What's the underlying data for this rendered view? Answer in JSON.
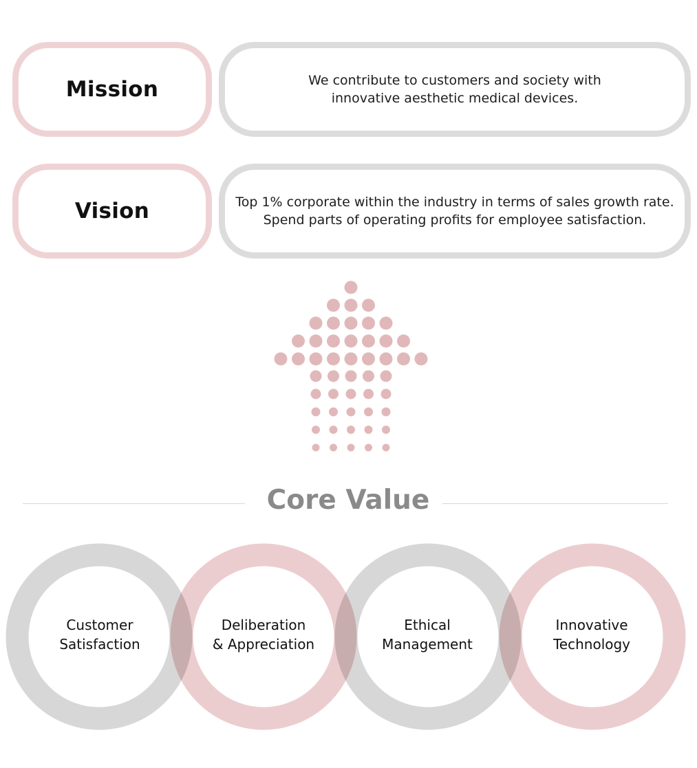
{
  "mission": {
    "title": "Mission",
    "lines": [
      "We contribute to customers and society with",
      "innovative aesthetic medical devices."
    ]
  },
  "vision": {
    "title": "Vision",
    "lines": [
      "Top 1% corporate within the industry in terms of sales growth rate.",
      "Spend parts of operating profits for employee satisfaction."
    ]
  },
  "core_value": {
    "title": "Core Value",
    "values": [
      {
        "lines": [
          "Customer",
          "Satisfaction"
        ],
        "color": "gray"
      },
      {
        "lines": [
          "Deliberation",
          "& Appreciation"
        ],
        "color": "pink"
      },
      {
        "lines": [
          "Ethical",
          "Management"
        ],
        "color": "gray"
      },
      {
        "lines": [
          "Innovative",
          "Technology"
        ],
        "color": "pink"
      }
    ]
  },
  "colors": {
    "pink_border": "#efd3d4",
    "gray_border": "#dcdcdc",
    "dot_pink": "#e1b8ba",
    "ring_gray": "#d7d7d7",
    "ring_pink": "#eccdcf",
    "title_gray": "#8a8a8a"
  },
  "icons": {
    "arrow": "dotted-up-arrow-icon"
  }
}
